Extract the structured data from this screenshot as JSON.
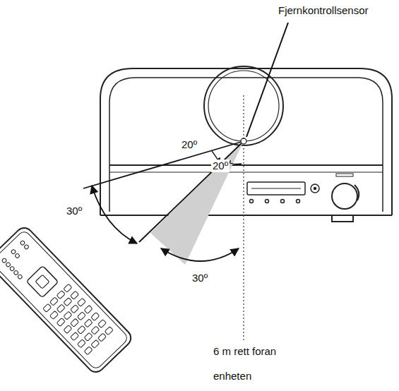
{
  "diagram": {
    "labels": [
      "Fjernkontrollsensor",
      "20º",
      "20º",
      "30º",
      "30º",
      "6 m rett foran enheten"
    ]
  }
}
